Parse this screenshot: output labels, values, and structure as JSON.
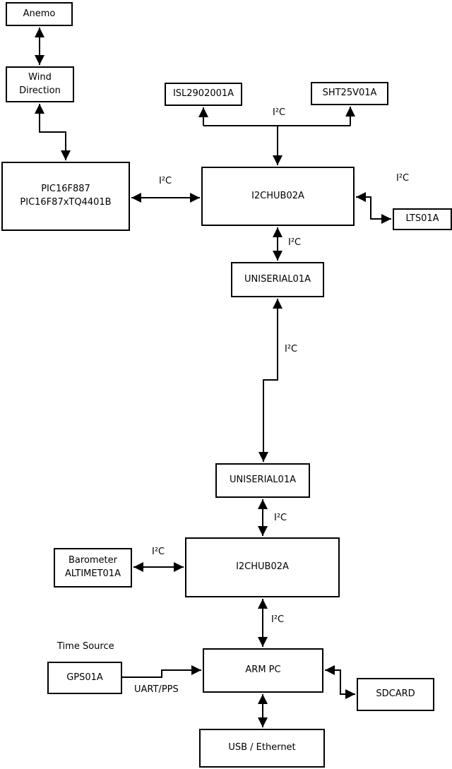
{
  "diagram": {
    "background_color": "#ffffff",
    "line_color": "#000000",
    "box_border_color": "#000000",
    "text_color": "#000000",
    "nodes": {
      "anemo": {
        "label": "Anemo"
      },
      "wind_direction": {
        "label": "Wind\nDirection"
      },
      "pic": {
        "label": "PIC16F887\nPIC16F87xTQ4401B"
      },
      "isl": {
        "label": "ISL2902001A"
      },
      "sht": {
        "label": "SHT25V01A"
      },
      "i2chub_top": {
        "label": "I2CHUB02A"
      },
      "lts": {
        "label": "LTS01A"
      },
      "uniserial_top": {
        "label": "UNISERIAL01A"
      },
      "uniserial_bottom": {
        "label": "UNISERIAL01A"
      },
      "i2chub_bottom": {
        "label": "I2CHUB02A"
      },
      "barometer": {
        "label": "Barometer\nALTIMET01A"
      },
      "gps": {
        "label": "GPS01A"
      },
      "arm_pc": {
        "label": "ARM PC"
      },
      "sdcard": {
        "label": "SDCARD"
      },
      "usb_ethernet": {
        "label": "USB / Ethernet"
      }
    },
    "edge_labels": {
      "sensors_bus": "I²C",
      "pic_hub_bus": "I²C",
      "lts_bus": "I²C",
      "hub_uniserial_bus": "I²C",
      "uniserial_link_bus": "I²C",
      "uniserial_hub2_bus": "I²C",
      "barometer_bus": "I²C",
      "hub2_armpc_bus": "I²C",
      "time_source": "Time Source",
      "uart_pps": "UART/PPS"
    }
  }
}
